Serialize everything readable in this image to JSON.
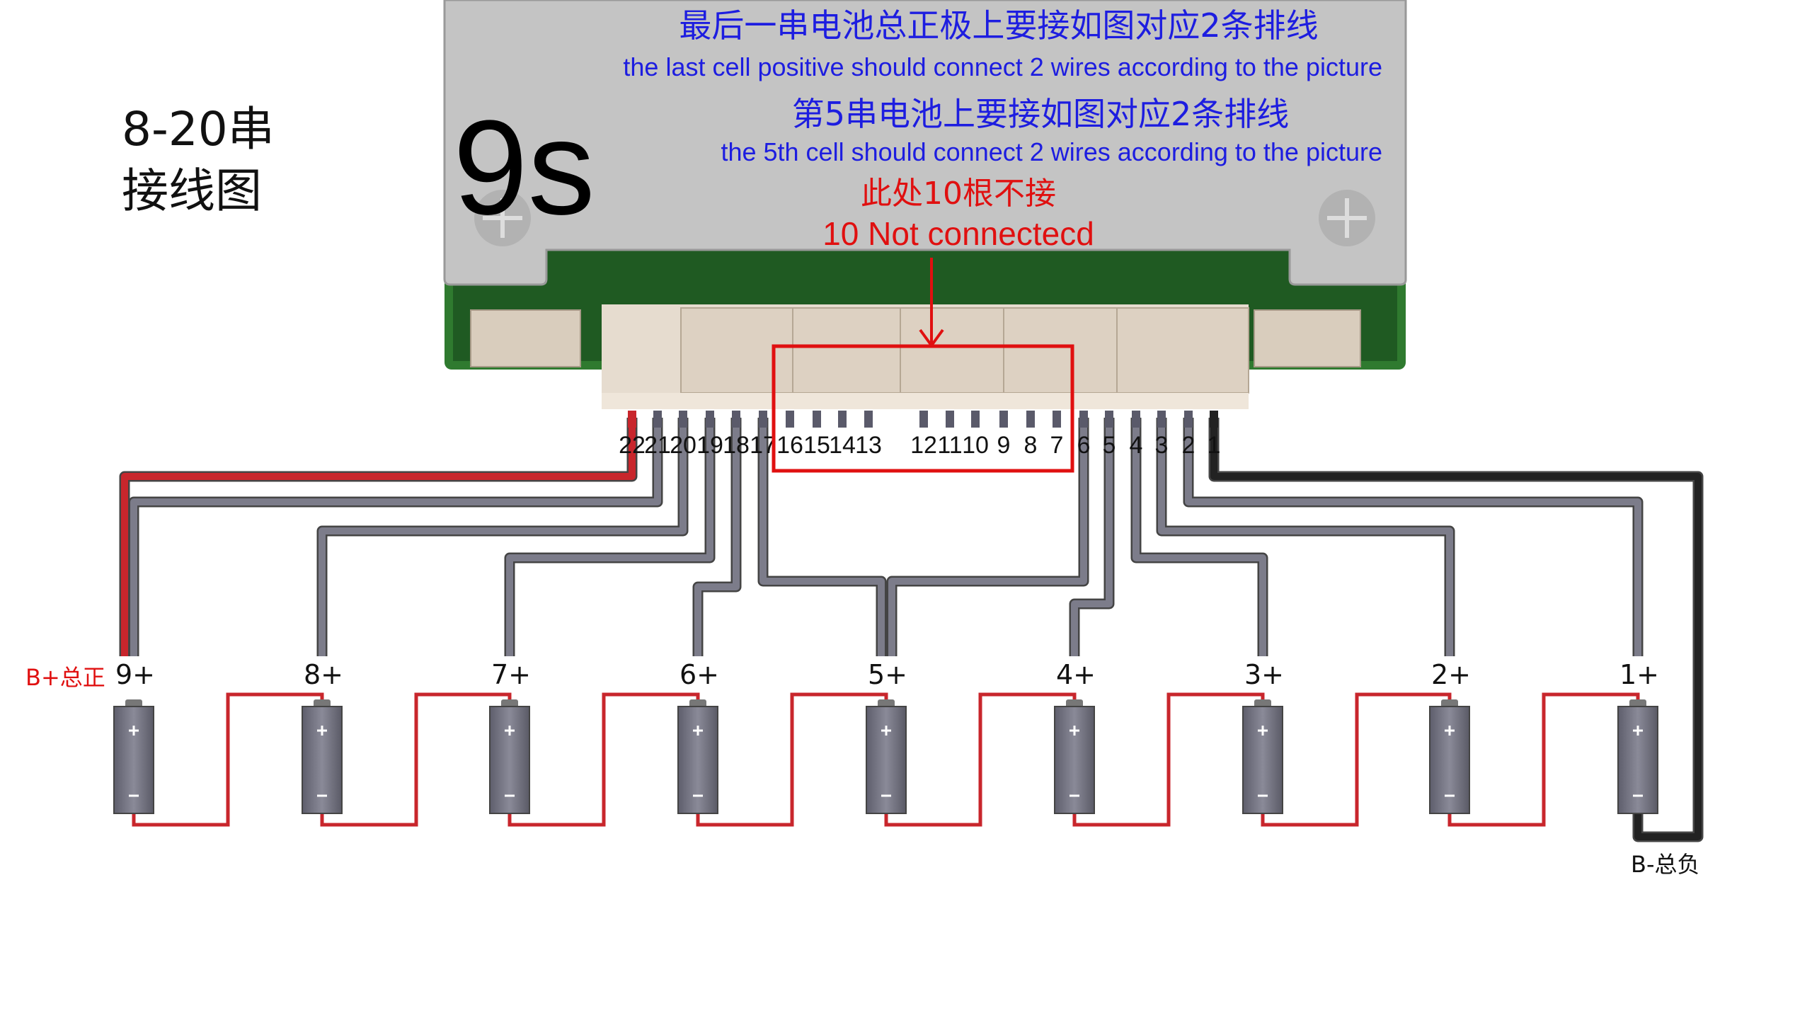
{
  "title": {
    "line1": "8-20串",
    "line2": "接线图"
  },
  "board": {
    "series_label": "9s",
    "note_last_cn": "最后一串电池总正极上要接如图对应2条排线",
    "note_last_en": "the last cell positive should connect 2 wires according to the picture",
    "note_5th_cn": "第5串电池上要接如图对应2条排线",
    "note_5th_en": "the 5th cell should connect 2 wires according to the picture",
    "not_connected_cn": "此处10根不接",
    "not_connected_en": "10 Not connectecd"
  },
  "pins": [
    "22",
    "21",
    "20",
    "19",
    "18",
    "17",
    "16",
    "15",
    "14",
    "13",
    "12",
    "11",
    "10",
    "9",
    "8",
    "7",
    "6",
    "5",
    "4",
    "3",
    "2",
    "1"
  ],
  "batteries": [
    "9+",
    "8+",
    "7+",
    "6+",
    "5+",
    "4+",
    "3+",
    "2+",
    "1+"
  ],
  "labels": {
    "b_plus": "B+总正",
    "b_minus": "B-总负"
  },
  "colors": {
    "blue_text": "#1d1de0",
    "red": "#e01010",
    "wire_gray": "#7c7c8a",
    "wire_red": "#c8262c",
    "wire_black": "#222222",
    "pcb": "#2f7a2f",
    "board": "#c4c4c4"
  }
}
